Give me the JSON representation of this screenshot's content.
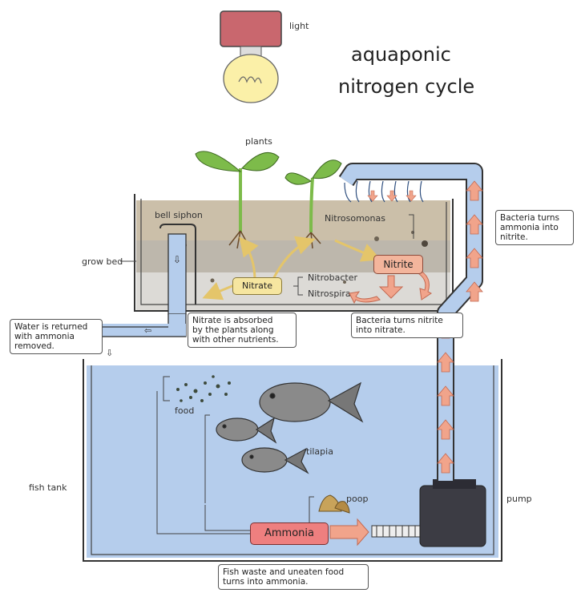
{
  "title_line1": "aquaponic",
  "title_line2": "nitrogen cycle",
  "labels": {
    "light": "light",
    "plants": "plants",
    "bell_siphon": "bell siphon",
    "grow_bed": "grow bed",
    "fish_tank": "fish tank",
    "food": "food",
    "tilapia": "tilapia",
    "poop": "poop",
    "pump": "pump",
    "nitrosomonas": "Nitrosomonas",
    "nitrobacter": "Nitrobacter",
    "nitrospira": "Nitrospira"
  },
  "boxes": {
    "nitrate": "Nitrate",
    "nitrite": "Nitrite",
    "ammonia": "Ammonia"
  },
  "notes": {
    "bacteria_ammonia_nitrite": "Bacteria turns\nammonia into\nnitrite.",
    "water_returned": "Water is returned\nwith ammonia\nremoved.",
    "nitrate_absorbed": "Nitrate is absorbed\nby the plants along\nwith other nutrients.",
    "bacteria_nitrite_nitrate": "Bacteria turns nitrite\ninto nitrate.",
    "fish_waste": "Fish waste and uneaten food\nturns into ammonia."
  },
  "colors": {
    "water": "#b5cdec",
    "soil": "#cbbfa9",
    "soil_dark": "#a59883",
    "gravel": "#c9c6c0",
    "plant": "#7dbb4a",
    "nitrate_box": "#f6e6a0",
    "nitrite_box": "#f3b59c",
    "ammonia_box": "#ee7f7f",
    "arrow": "#f1a48b",
    "bulb_cap": "#c9676e",
    "bulb": "#fbf0a8",
    "fish": "#8a8a8a",
    "pump": "#3c3c44"
  }
}
